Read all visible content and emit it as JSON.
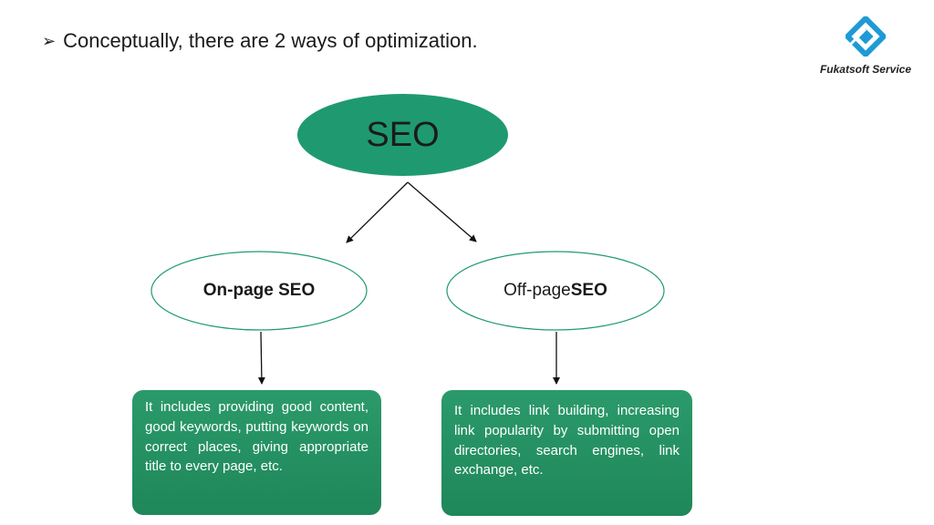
{
  "heading": {
    "bullet": "➢",
    "text": "Conceptually, there are 2 ways of optimization."
  },
  "logo": {
    "name": "Fukatsoft Service",
    "icon": "diamond-logo-icon",
    "color": "#1e9ad6"
  },
  "diagram": {
    "root": {
      "label": "SEO",
      "fill": "#1f9a70"
    },
    "left": {
      "prefix": "",
      "bold": "On-page SEO",
      "stroke": "#1f9a70"
    },
    "right": {
      "prefix": "Off-page ",
      "bold": "SEO",
      "stroke": "#1f9a70"
    },
    "left_description": "It includes providing good content, good keywords, putting keywords on correct places, giving appropriate title to every page, etc.",
    "right_description": "It includes link building, increasing link popularity by submitting open directories, search engines, link exchange, etc."
  }
}
